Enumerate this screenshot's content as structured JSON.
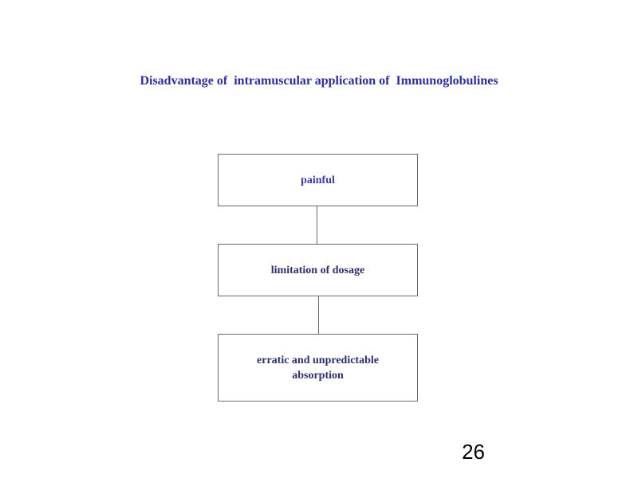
{
  "slide": {
    "title": "Disadvantage of  intramuscular application of  Immunoglobulines",
    "boxes": [
      {
        "label": "painful"
      },
      {
        "label": "limitation of dosage"
      },
      {
        "label": "erratic and unpredictable absorption"
      }
    ],
    "page_number": "26"
  },
  "colors": {
    "title": "#2e2e9e",
    "box_text": "#2e2e6e",
    "box_border": "#6b6b6b"
  }
}
